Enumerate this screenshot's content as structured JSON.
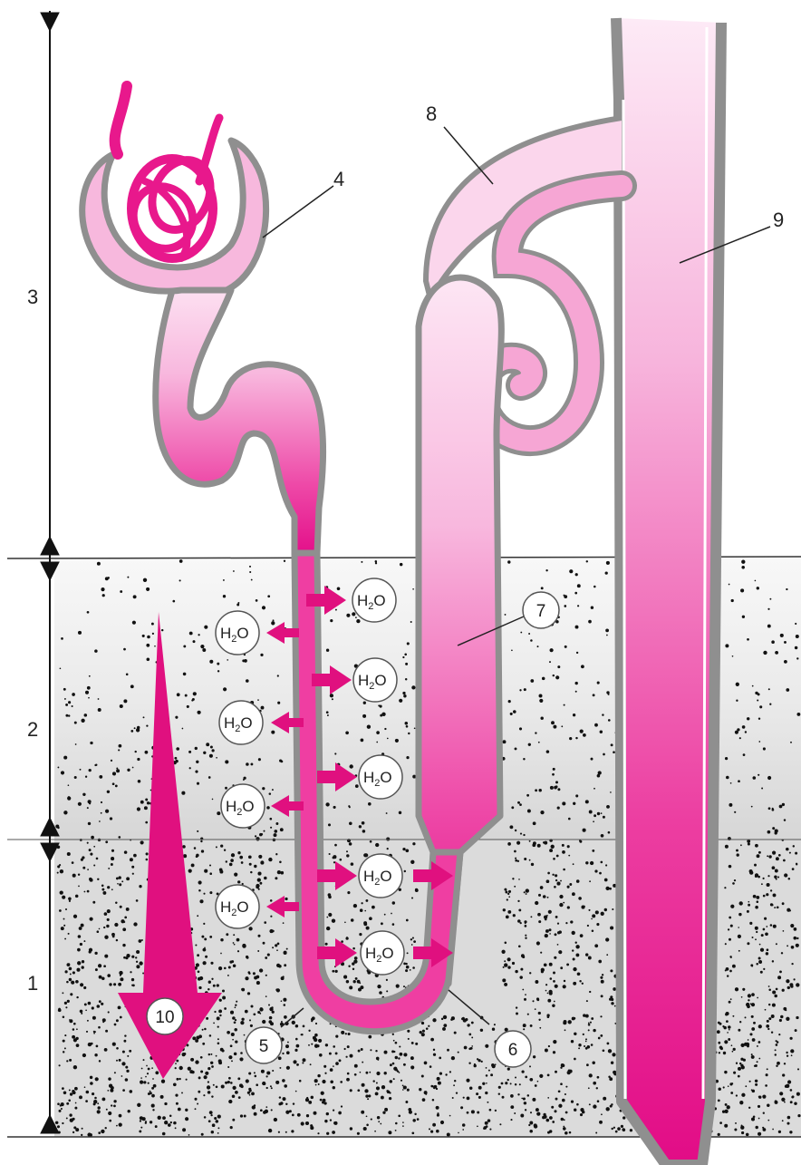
{
  "zones": [
    {
      "id": "zone-3",
      "label": "3"
    },
    {
      "id": "zone-2",
      "label": "2"
    },
    {
      "id": "zone-1",
      "label": "1"
    }
  ],
  "callouts": {
    "l4": "4",
    "l5": "5",
    "l6": "6",
    "l7": "7",
    "l8": "8",
    "l9": "9",
    "l10": "10"
  },
  "water": {
    "formula_main": "H",
    "formula_sub": "2",
    "formula_tail": "O",
    "text": "H2O"
  },
  "colors": {
    "tubule_dark": "#e8188c",
    "tubule_light": "#fadcef",
    "wall": "#9a9a9a",
    "arrow": "#e0107f",
    "dots": "#111111"
  }
}
